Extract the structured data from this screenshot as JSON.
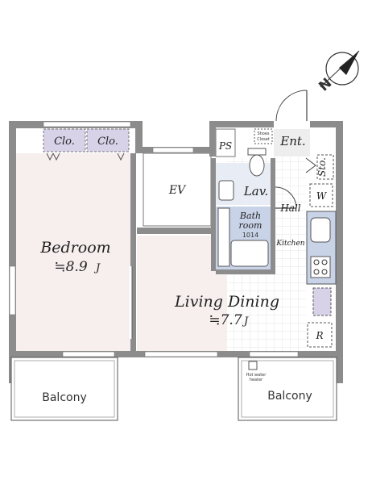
{
  "rooms": {
    "bedroom": {
      "name": "Bedroom",
      "size": "≒8.9",
      "unit": "J"
    },
    "living": {
      "name": "Living Dining",
      "size": "≒7.7",
      "unit": "J"
    },
    "elevator": "EV",
    "lavatory": "Lav.",
    "bathroom": {
      "line1": "Bath",
      "line2": "room",
      "line3": "1014"
    },
    "entrance": "Ent.",
    "hall": "Hall",
    "kitchen": "Kitchen",
    "ps": "PS",
    "closet_1": "Clo.",
    "closet_2": "Clo.",
    "storage": "Sto.",
    "shoes_closet": {
      "line1": "Shoes",
      "line2": "Closet"
    },
    "washer": "W",
    "refrigerator": "R",
    "balcony_left": "Balcony",
    "balcony_right": "Balcony",
    "water_heater": {
      "line1": "Hot water",
      "line2": "heater"
    }
  },
  "compass": {
    "label": "N"
  },
  "colors": {
    "wall": "#8c8c8c",
    "room_fill": "#f7eeee",
    "wet_area": "#c9d3e8",
    "closet": "#d8d2e8",
    "floor_tile": "#e3e3e3"
  }
}
